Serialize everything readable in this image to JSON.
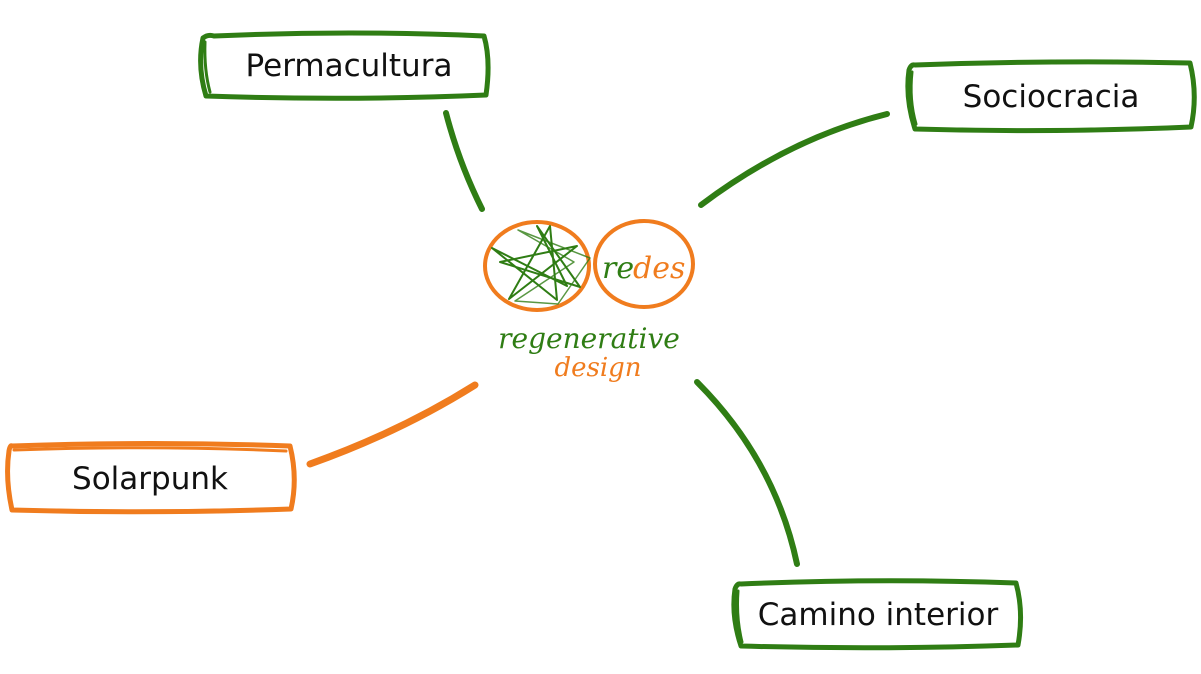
{
  "colors": {
    "green": "#2f7d14",
    "orange": "#f07c1e",
    "text": "#111111"
  },
  "logo": {
    "brand_re": "re",
    "brand_des": "des",
    "tagline_line1": "regenerative",
    "tagline_line2": "design"
  },
  "nodes": {
    "permacultura": {
      "label": "Permacultura",
      "color": "green"
    },
    "sociocracia": {
      "label": "Sociocracia",
      "color": "green"
    },
    "solarpunk": {
      "label": "Solarpunk",
      "color": "orange"
    },
    "camino_interior": {
      "label": "Camino interior",
      "color": "green"
    }
  }
}
